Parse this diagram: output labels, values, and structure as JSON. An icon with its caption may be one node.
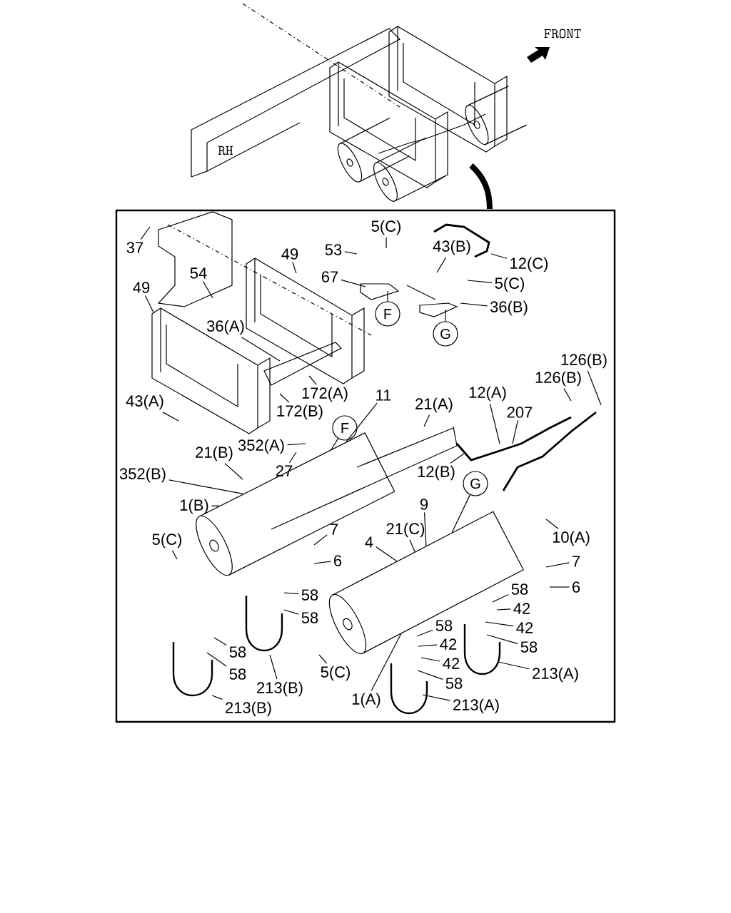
{
  "diagram": {
    "nodes": [
      {
        "text": [
          "37"
        ]
      },
      {
        "text": [
          "49"
        ]
      },
      {
        "text": [
          "54"
        ]
      },
      {
        "text": [
          "49"
        ]
      },
      {
        "text": [
          "53"
        ]
      },
      {
        "text": [
          "5(C)"
        ]
      },
      {
        "text": [
          "43(B)"
        ]
      },
      {
        "text": [
          "12(C)"
        ]
      },
      {
        "text": [
          "67"
        ]
      },
      {
        "text": [
          "5(C)"
        ]
      },
      {
        "text": [
          "36(B)"
        ]
      },
      {
        "text": [
          "F"
        ]
      },
      {
        "text": [
          "G"
        ]
      },
      {
        "text": [
          "36(A)"
        ]
      },
      {
        "text": [
          "126(B)"
        ]
      },
      {
        "text": [
          "126(B)"
        ]
      },
      {
        "text": [
          "172(A)"
        ]
      },
      {
        "text": [
          "12(A)"
        ]
      },
      {
        "text": [
          "11"
        ]
      },
      {
        "text": [
          "21(A)"
        ]
      },
      {
        "text": [
          "207"
        ]
      },
      {
        "text": [
          "43(A)"
        ]
      },
      {
        "text": [
          "172(B)"
        ]
      },
      {
        "text": [
          "F"
        ]
      },
      {
        "text": [
          "352(A)"
        ]
      },
      {
        "text": [
          "21(B)"
        ]
      },
      {
        "text": [
          "27"
        ]
      },
      {
        "text": [
          "12(B)"
        ]
      },
      {
        "text": [
          "352(B)"
        ]
      },
      {
        "text": [
          "G"
        ]
      },
      {
        "text": [
          "9"
        ]
      },
      {
        "text": [
          "1(B)"
        ]
      },
      {
        "text": [
          "10(A)"
        ]
      },
      {
        "text": [
          "7"
        ]
      },
      {
        "text": [
          "5(C)"
        ]
      },
      {
        "text": [
          "21(C)"
        ]
      },
      {
        "text": [
          "4"
        ]
      },
      {
        "text": [
          "6"
        ]
      },
      {
        "text": [
          "7"
        ]
      },
      {
        "text": [
          "6"
        ]
      },
      {
        "text": [
          "58"
        ]
      },
      {
        "text": [
          "58"
        ]
      },
      {
        "text": [
          "42"
        ]
      },
      {
        "text": [
          "58"
        ]
      },
      {
        "text": [
          "42"
        ]
      },
      {
        "text": [
          "58"
        ]
      },
      {
        "text": [
          "58"
        ]
      },
      {
        "text": [
          "42"
        ]
      },
      {
        "text": [
          "58"
        ]
      },
      {
        "text": [
          "42"
        ]
      },
      {
        "text": [
          "213(A)"
        ]
      },
      {
        "text": [
          "58"
        ]
      },
      {
        "text": [
          "213(B)"
        ]
      },
      {
        "text": [
          "5(C)"
        ]
      },
      {
        "text": [
          "58"
        ]
      },
      {
        "text": [
          "1(A)"
        ]
      },
      {
        "text": [
          "213(A)"
        ]
      },
      {
        "text": [
          "213(B)"
        ]
      },
      {
        "text": [],
        "shape": "cylinder"
      },
      {
        "text": [],
        "shape": "cylinder"
      }
    ],
    "edges": [
      {
        "from": 0,
        "to": null,
        "arrow": "none"
      },
      {
        "from": 1,
        "to": null,
        "arrow": "none"
      },
      {
        "from": 2,
        "to": null,
        "arrow": "none"
      },
      {
        "from": 3,
        "to": null,
        "arrow": "none"
      },
      {
        "from": 4,
        "to": null,
        "arrow": "none"
      },
      {
        "from": 5,
        "to": null,
        "arrow": "none"
      },
      {
        "from": 6,
        "to": null,
        "arrow": "none"
      },
      {
        "from": 7,
        "to": null,
        "arrow": "none"
      },
      {
        "from": 8,
        "to": null,
        "arrow": "none"
      },
      {
        "from": 9,
        "to": null,
        "arrow": "none"
      },
      {
        "from": 10,
        "to": null,
        "arrow": "none"
      },
      {
        "from": 11,
        "to": null,
        "arrow": "none"
      },
      {
        "from": 12,
        "to": null,
        "arrow": "none"
      },
      {
        "from": 13,
        "to": null,
        "arrow": "none"
      },
      {
        "from": 14,
        "to": null,
        "arrow": "none"
      },
      {
        "from": 15,
        "to": null,
        "arrow": "none"
      },
      {
        "from": 16,
        "to": null,
        "arrow": "none"
      },
      {
        "from": 17,
        "to": null,
        "arrow": "none"
      },
      {
        "from": 18,
        "to": 58,
        "arrow": "none"
      },
      {
        "from": 19,
        "to": null,
        "arrow": "none"
      },
      {
        "from": 20,
        "to": null,
        "arrow": "none"
      },
      {
        "from": 21,
        "to": null,
        "arrow": "none"
      },
      {
        "from": 22,
        "to": null,
        "arrow": "none"
      },
      {
        "from": 23,
        "to": 58,
        "arrow": "none"
      },
      {
        "from": 24,
        "to": null,
        "arrow": "none"
      },
      {
        "from": 25,
        "to": null,
        "arrow": "none"
      },
      {
        "from": 26,
        "to": null,
        "arrow": "none"
      },
      {
        "from": 27,
        "to": null,
        "arrow": "none"
      },
      {
        "from": 28,
        "to": 58,
        "arrow": "none"
      },
      {
        "from": 29,
        "to": 59,
        "arrow": "none"
      },
      {
        "from": 30,
        "to": 59,
        "arrow": "none"
      },
      {
        "from": 31,
        "to": 58,
        "arrow": "none"
      },
      {
        "from": 32,
        "to": null,
        "arrow": "none"
      },
      {
        "from": 33,
        "to": null,
        "arrow": "none"
      },
      {
        "from": 34,
        "to": null,
        "arrow": "none"
      },
      {
        "from": 35,
        "to": 59,
        "arrow": "none"
      },
      {
        "from": 36,
        "to": 59,
        "arrow": "none"
      },
      {
        "from": 37,
        "to": null,
        "arrow": "none"
      },
      {
        "from": 38,
        "to": null,
        "arrow": "none"
      },
      {
        "from": 39,
        "to": null,
        "arrow": "none"
      },
      {
        "from": 40,
        "to": null,
        "arrow": "none"
      },
      {
        "from": 41,
        "to": null,
        "arrow": "none"
      },
      {
        "from": 42,
        "to": null,
        "arrow": "none"
      },
      {
        "from": 43,
        "to": null,
        "arrow": "none"
      },
      {
        "from": 44,
        "to": null,
        "arrow": "none"
      },
      {
        "from": 45,
        "to": null,
        "arrow": "none"
      },
      {
        "from": 46,
        "to": null,
        "arrow": "none"
      },
      {
        "from": 47,
        "to": null,
        "arrow": "none"
      },
      {
        "from": 48,
        "to": null,
        "arrow": "none"
      },
      {
        "from": 49,
        "to": null,
        "arrow": "none"
      },
      {
        "from": 50,
        "to": null,
        "arrow": "none"
      },
      {
        "from": 51,
        "to": null,
        "arrow": "none"
      },
      {
        "from": 52,
        "to": null,
        "arrow": "none"
      },
      {
        "from": 53,
        "to": null,
        "arrow": "none"
      },
      {
        "from": 54,
        "to": null,
        "arrow": "none"
      },
      {
        "from": 55,
        "to": 59,
        "arrow": "none"
      },
      {
        "from": 56,
        "to": null,
        "arrow": "none"
      },
      {
        "from": 57,
        "to": null,
        "arrow": "none"
      }
    ],
    "labels": [
      "FRONT",
      "RH"
    ]
  }
}
